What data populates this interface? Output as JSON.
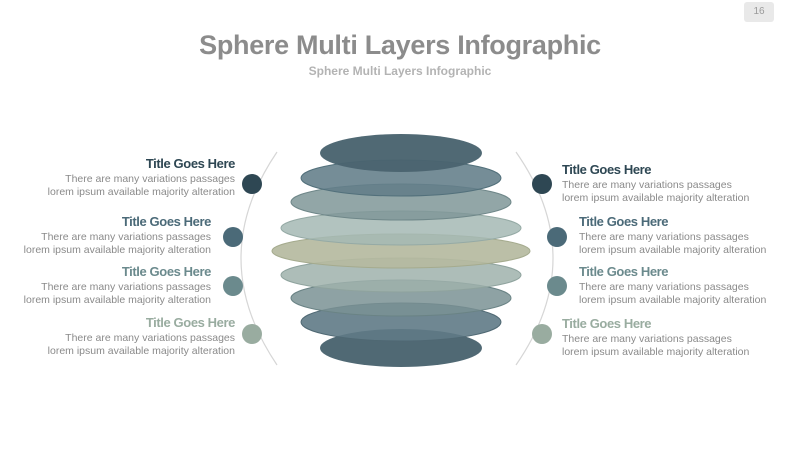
{
  "page_number": "16",
  "title": "Sphere Multi Layers Infographic",
  "subtitle": "Sphere Multi Layers Infographic",
  "colors": {
    "c1": "#2e4753",
    "c2": "#4b6a78",
    "c3": "#6b8a8d",
    "c4": "#99aca0",
    "title": "#8c8c8c"
  },
  "items_left": [
    {
      "title": "Title Goes Here",
      "line1": "There are many variations passages",
      "line2": "lorem ipsum available  majority alteration",
      "color": "#2e4753"
    },
    {
      "title": "Title Goes Here",
      "line1": "There are many variations passages",
      "line2": "lorem ipsum available  majority alteration",
      "color": "#4b6a78"
    },
    {
      "title": "Title Goes Here",
      "line1": "There are many variations passages",
      "line2": "lorem ipsum available  majority alteration",
      "color": "#6b8a8d"
    },
    {
      "title": "Title Goes Here",
      "line1": "There are many variations passages",
      "line2": "lorem ipsum available  majority alteration",
      "color": "#99aca0"
    }
  ],
  "items_right": [
    {
      "title": "Title Goes Here",
      "line1": "There are many variations passages",
      "line2": "lorem ipsum available  majority alteration",
      "color": "#2e4753"
    },
    {
      "title": "Title Goes Here",
      "line1": "There are many variations passages",
      "line2": "lorem ipsum available  majority alteration",
      "color": "#4b6a78"
    },
    {
      "title": "Title Goes Here",
      "line1": "There are many variations passages",
      "line2": "lorem ipsum available  majority alteration",
      "color": "#6b8a8d"
    },
    {
      "title": "Title Goes Here",
      "line1": "There are many variations passages",
      "line2": "lorem ipsum available  majority alteration",
      "color": "#99aca0"
    }
  ]
}
